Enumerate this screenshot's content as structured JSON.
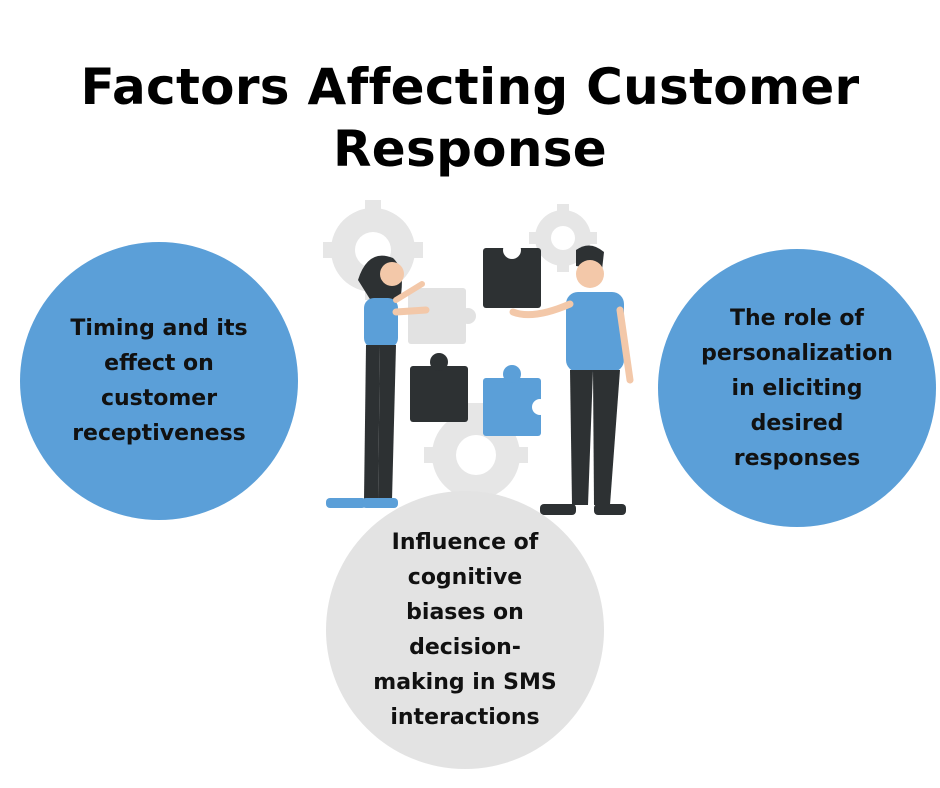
{
  "title": {
    "line1": "Factors Affecting Customer",
    "line2": "Response"
  },
  "factors": {
    "left": "Timing and its effect on customer receptiveness",
    "right": "The role of personalization in eliciting desired responses",
    "bottom": "Influence of cognitive biases on decision-making in SMS interactions"
  },
  "colors": {
    "blue": "#5b9fd8",
    "grey": "#e3e3e3",
    "dark": "#2d3133"
  }
}
